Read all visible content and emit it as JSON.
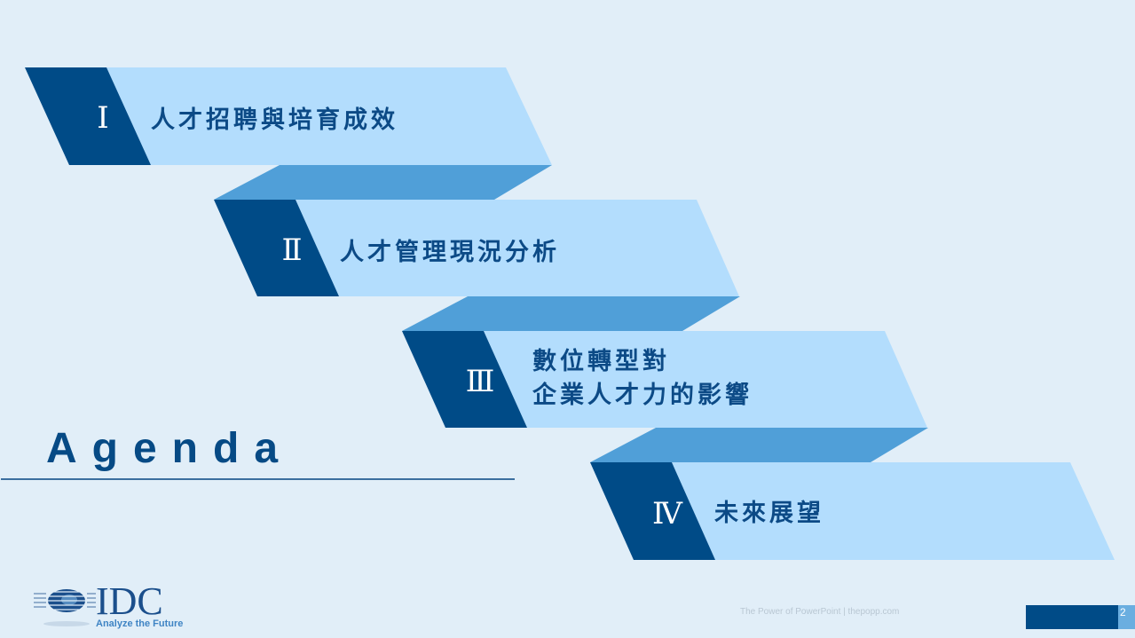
{
  "slide": {
    "title": "Agenda",
    "page_number": "2",
    "footer_credit": "The Power of PowerPoint | thepopp.com",
    "colors": {
      "background": "#e1eef8",
      "dark_band": "#004b87",
      "light_band": "#b3ddfd",
      "connector": "#509fd8",
      "title_text": "#0c4a86"
    }
  },
  "agenda_items": [
    {
      "numeral": "Ⅰ",
      "title_line1": "人才招聘與培育成效",
      "title_line2": ""
    },
    {
      "numeral": "Ⅱ",
      "title_line1": "人才管理現況分析",
      "title_line2": ""
    },
    {
      "numeral": "Ⅲ",
      "title_line1": "數位轉型對",
      "title_line2": "企業人才力的影響"
    },
    {
      "numeral": "Ⅳ",
      "title_line1": "未來展望",
      "title_line2": ""
    }
  ],
  "logo": {
    "name": "IDC",
    "tagline": "Analyze the Future"
  }
}
